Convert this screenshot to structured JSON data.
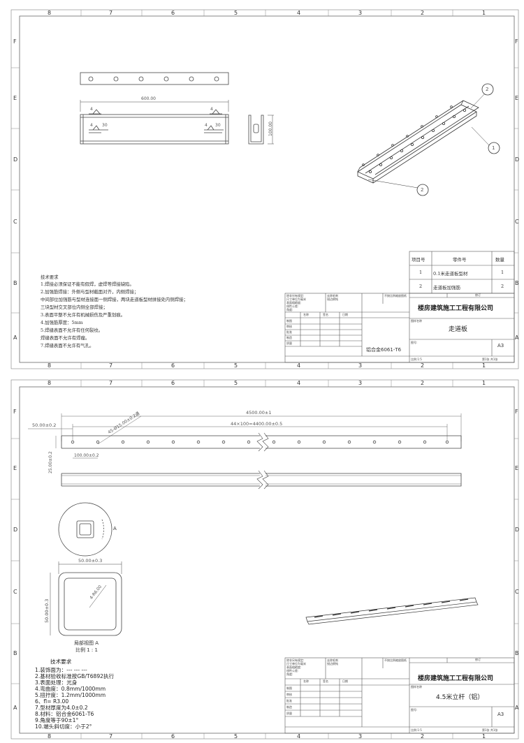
{
  "border": {
    "columns": [
      "8",
      "7",
      "6",
      "5",
      "4",
      "3",
      "2",
      "1"
    ],
    "rows": [
      "F",
      "E",
      "D",
      "C",
      "B",
      "A"
    ]
  },
  "sheet1": {
    "dimensions": {
      "length": "600.00",
      "height": "100.00",
      "weld_a": "4",
      "weld_b": "30"
    },
    "balloons": [
      "2",
      "1",
      "2"
    ],
    "tech_title": "技术要求",
    "tech_lines": [
      "1.焊接必须保证不能有假焊，虚焊等焊接缺陷。",
      "2.加强筋焊接：外侧与型材截面对齐，内侧焊接；",
      "中间部位加强筋与型材连接面一侧焊接，两块走道板型材拼接处内侧焊接；",
      "三块型材交叉部位内侧全部焊接；",
      "3.表面平整不允许有机械损伤及严重划痕。",
      "4.加强筋厚度：5mm",
      "5.焊缝表面不允许有任何裂纹。",
      "焊缝表面不允许有焊瘤。",
      "7.焊缝表面不允许有气孔。"
    ],
    "bom": {
      "headers": [
        "项目号",
        "零件号",
        "数量"
      ],
      "rows": [
        {
          "no": "1",
          "part": "0.1米走道板型材",
          "qty": "1"
        },
        {
          "no": "2",
          "part": "走道板加强筋",
          "qty": "2"
        }
      ]
    },
    "titleblock": {
      "company": "楼房建筑施工工程有限公司",
      "part_name": "走道板",
      "material": "铝合金6061-T6",
      "size": "A3",
      "small_left": [
        "除非另有规定:",
        "尺寸单位为毫米",
        "表面粗糙度:",
        "线性公差:",
        "角度:"
      ],
      "small_mid": [
        "去除毛刺",
        "锐边倒钝"
      ],
      "small_right": [
        "不按比例缩放图纸",
        "修订"
      ],
      "small_labels": [
        "名称",
        "签名",
        "日期"
      ],
      "row_labels": [
        "制图",
        "审核",
        "批准",
        "制造",
        "质量"
      ],
      "sheet_no": "图号:",
      "scale": "比例:1:5",
      "sheet": "第1张 共1张",
      "drawing_label": "图样名称"
    }
  },
  "sheet2": {
    "dimensions": {
      "total_length": "4500.00±1",
      "pitch": "44×100=4400.00±0.5",
      "offset": "50.00±0.2",
      "hole": "45-Ø15.00±0.2通",
      "hole_spacing": "100.00±0.2",
      "height": "25.00±0.2",
      "section_w": "50.00±0.3",
      "section_h": "50.00±0.3",
      "radius": "4-R6.00"
    },
    "detail_mark": "A",
    "detail_title": "局部视图 A",
    "detail_scale": "比例 1 : 1",
    "tech_title": "技术要求",
    "tech_lines": [
      "1.装饰面为：--- --- ---",
      "2.基材验收标准按GB/T6892执行",
      "3.表面处理：光身",
      "4.弯曲度：0.8mm/1000mm",
      "5.扭拧度：1.2mm/1000mm",
      "6、fl= R3.00",
      "7.型材厚度为4.0±0.2",
      "8.材料：铝合金6061-T6",
      "9.角度等于90±1°",
      "10.端头斜切度：小于2°"
    ],
    "titleblock": {
      "company": "楼房建筑施工工程有限公司",
      "part_name": "4.5米立杆（铝）",
      "size": "A3"
    }
  },
  "colors": {
    "line": "#555555",
    "frame": "#666666"
  }
}
